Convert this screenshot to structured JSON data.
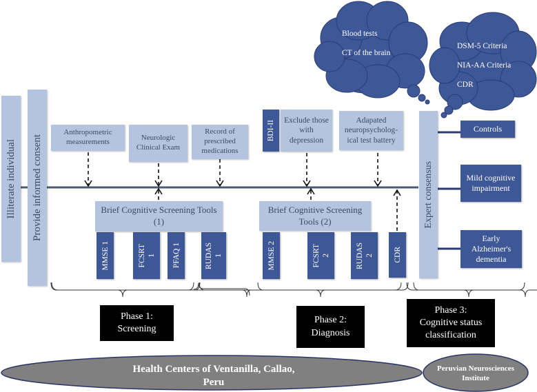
{
  "left_bars": {
    "illiterate": "Illiterate individual",
    "consent": "Provide informed consent"
  },
  "phase1": {
    "top_boxes": [
      "Anthropometric measurements",
      "Neurologic Clinical Exam",
      "Record of prescribed medications"
    ],
    "screening_title": "Brief Cognitive Screening Tools (1)",
    "tools": [
      {
        "line1": "MMSE 1",
        "line2": ""
      },
      {
        "line1": "FCSRT",
        "line2": "1"
      },
      {
        "line1": "PFAQ 1",
        "line2": ""
      },
      {
        "line1": "RUDAS",
        "line2": "1"
      }
    ],
    "label_line1": "Phase 1:",
    "label_line2": "Screening"
  },
  "phase2": {
    "bdi": "BDI-II",
    "exclude": "Exclude those with depression",
    "battery": "Adapated neuropsycholog-ical test battery",
    "screening_title": "Brief Cognitive Screening Tools (2)",
    "tools": [
      {
        "line1": "MMSE 2",
        "line2": ""
      },
      {
        "line1": "FCSRT",
        "line2": "2"
      },
      {
        "line1": "RUDAS",
        "line2": "2"
      },
      {
        "line1": "CDR",
        "line2": ""
      }
    ],
    "label_line1": "Phase 2:",
    "label_line2": "Diagnosis"
  },
  "phase3": {
    "expert": "Expert consensus",
    "outcomes": [
      "Controls",
      "Mild cognitive impairment",
      "Early Alzheimer's dementia"
    ],
    "label_line1": "Phase 3:",
    "label_line2": "Cognitive status",
    "label_line3": "classification"
  },
  "clouds": {
    "cloud1": [
      "Blood tests",
      "CT of the brain"
    ],
    "cloud2": [
      "DSM-5 Criteria",
      "NIA-AA Criteria",
      "CDR"
    ]
  },
  "locations": {
    "health_centers_line1": "Health Centers of Ventanilla, Callao,",
    "health_centers_line2": "Peru",
    "institute_line1": "Peruvian Neurosciences",
    "institute_line2": "Institute"
  },
  "colors": {
    "light_box": "#b4c3e0",
    "dark_box": "#3e5796",
    "timeline": "#4a5a72",
    "phase_label": "#000000",
    "ellipse": "#808080"
  }
}
